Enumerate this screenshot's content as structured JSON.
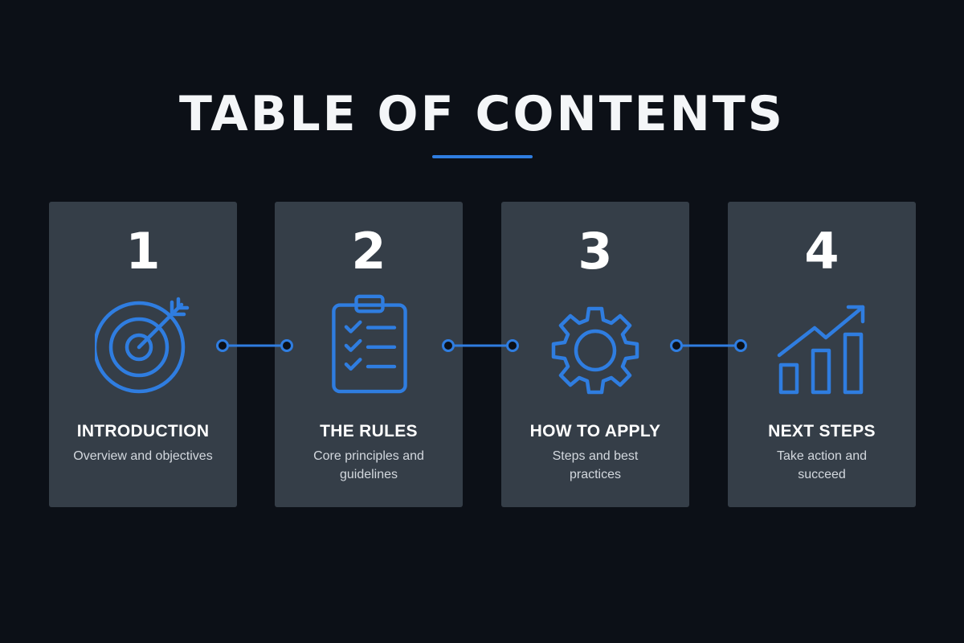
{
  "title": "TABLE OF CONTENTS",
  "accent_color": "#2f7de0",
  "sections": [
    {
      "number": "1",
      "title": "INTRODUCTION",
      "description": "Overview and objectives",
      "icon": "target-icon"
    },
    {
      "number": "2",
      "title": "THE RULES",
      "description": "Core principles and guidelines",
      "icon": "clipboard-checklist-icon"
    },
    {
      "number": "3",
      "title": "HOW TO APPLY",
      "description": "Steps and best practices",
      "icon": "gear-icon"
    },
    {
      "number": "4",
      "title": "NEXT STEPS",
      "description": "Take action and succeed",
      "icon": "growth-chart-icon"
    }
  ]
}
